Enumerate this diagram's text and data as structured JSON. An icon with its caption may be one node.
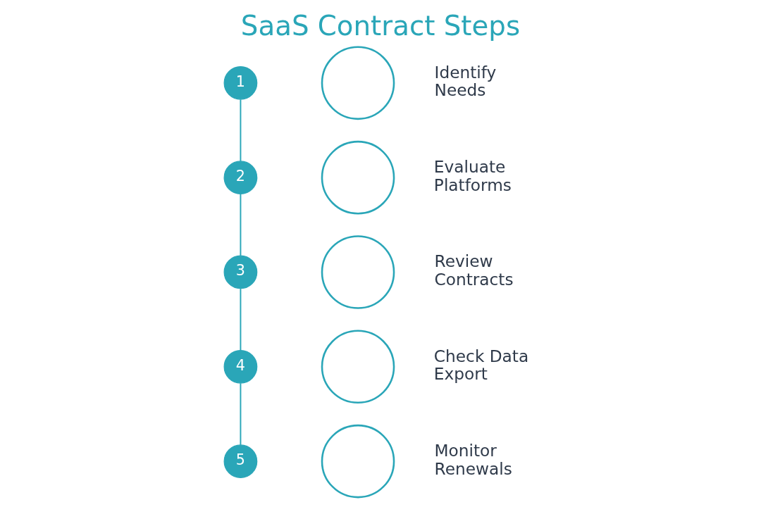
{
  "diagram": {
    "title": "SaaS Contract Steps",
    "nodes": [
      {
        "text": [
          "1"
        ]
      },
      {
        "text": [
          "2"
        ]
      },
      {
        "text": [
          "3"
        ]
      },
      {
        "text": [
          "4"
        ]
      },
      {
        "text": [
          "5"
        ]
      },
      {
        "text": [],
        "shape": "circle",
        "beside": [
          "Identify Needs"
        ]
      },
      {
        "text": [],
        "shape": "circle",
        "beside": [
          "Evaluate Platforms"
        ]
      },
      {
        "text": [],
        "shape": "circle",
        "beside": [
          "Review Contracts"
        ]
      },
      {
        "text": [],
        "shape": "circle",
        "beside": [
          "Check Data Export"
        ]
      },
      {
        "text": [],
        "shape": "circle",
        "beside": [
          "Monitor Renewals"
        ]
      }
    ],
    "edges": [
      {
        "from": 0,
        "to": 1,
        "arrow": "none"
      },
      {
        "from": 1,
        "to": 2,
        "arrow": "none"
      },
      {
        "from": 2,
        "to": 3,
        "arrow": "none"
      },
      {
        "from": 3,
        "to": 4,
        "arrow": "none"
      }
    ]
  }
}
